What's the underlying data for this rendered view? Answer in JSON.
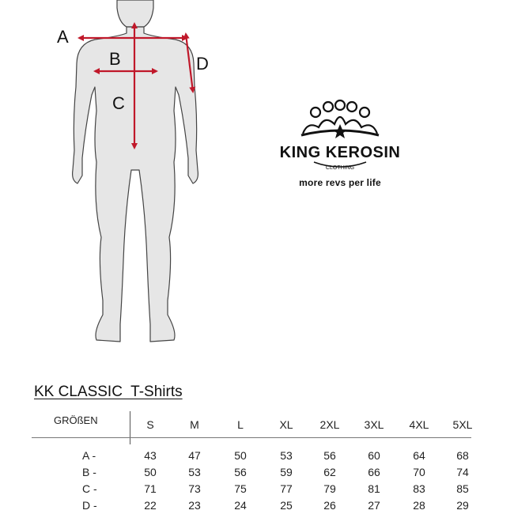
{
  "measure_labels": {
    "a": "A",
    "b": "B",
    "c": "C",
    "d": "D"
  },
  "logo": {
    "brand": "KING KEROSIN",
    "sub": "CLOTHING",
    "tagline": "more revs per life"
  },
  "colors": {
    "arrow": "#c0182a",
    "figure_fill": "#e6e6e6",
    "figure_stroke": "#444444"
  },
  "table": {
    "title": "KK CLASSIC  T-Shirts",
    "header_label": "GRÖßEN",
    "sizes": [
      "S",
      "M",
      "L",
      "XL",
      "2XL",
      "3XL",
      "4XL",
      "5XL"
    ],
    "rows": [
      {
        "label": "A -",
        "values": [
          "43",
          "47",
          "50",
          "53",
          "56",
          "60",
          "64",
          "68"
        ]
      },
      {
        "label": "B -",
        "values": [
          "50",
          "53",
          "56",
          "59",
          "62",
          "66",
          "70",
          "74"
        ]
      },
      {
        "label": "C -",
        "values": [
          "71",
          "73",
          "75",
          "77",
          "79",
          "81",
          "83",
          "85"
        ]
      },
      {
        "label": "D -",
        "values": [
          "22",
          "23",
          "24",
          "25",
          "26",
          "27",
          "28",
          "29"
        ]
      }
    ]
  }
}
